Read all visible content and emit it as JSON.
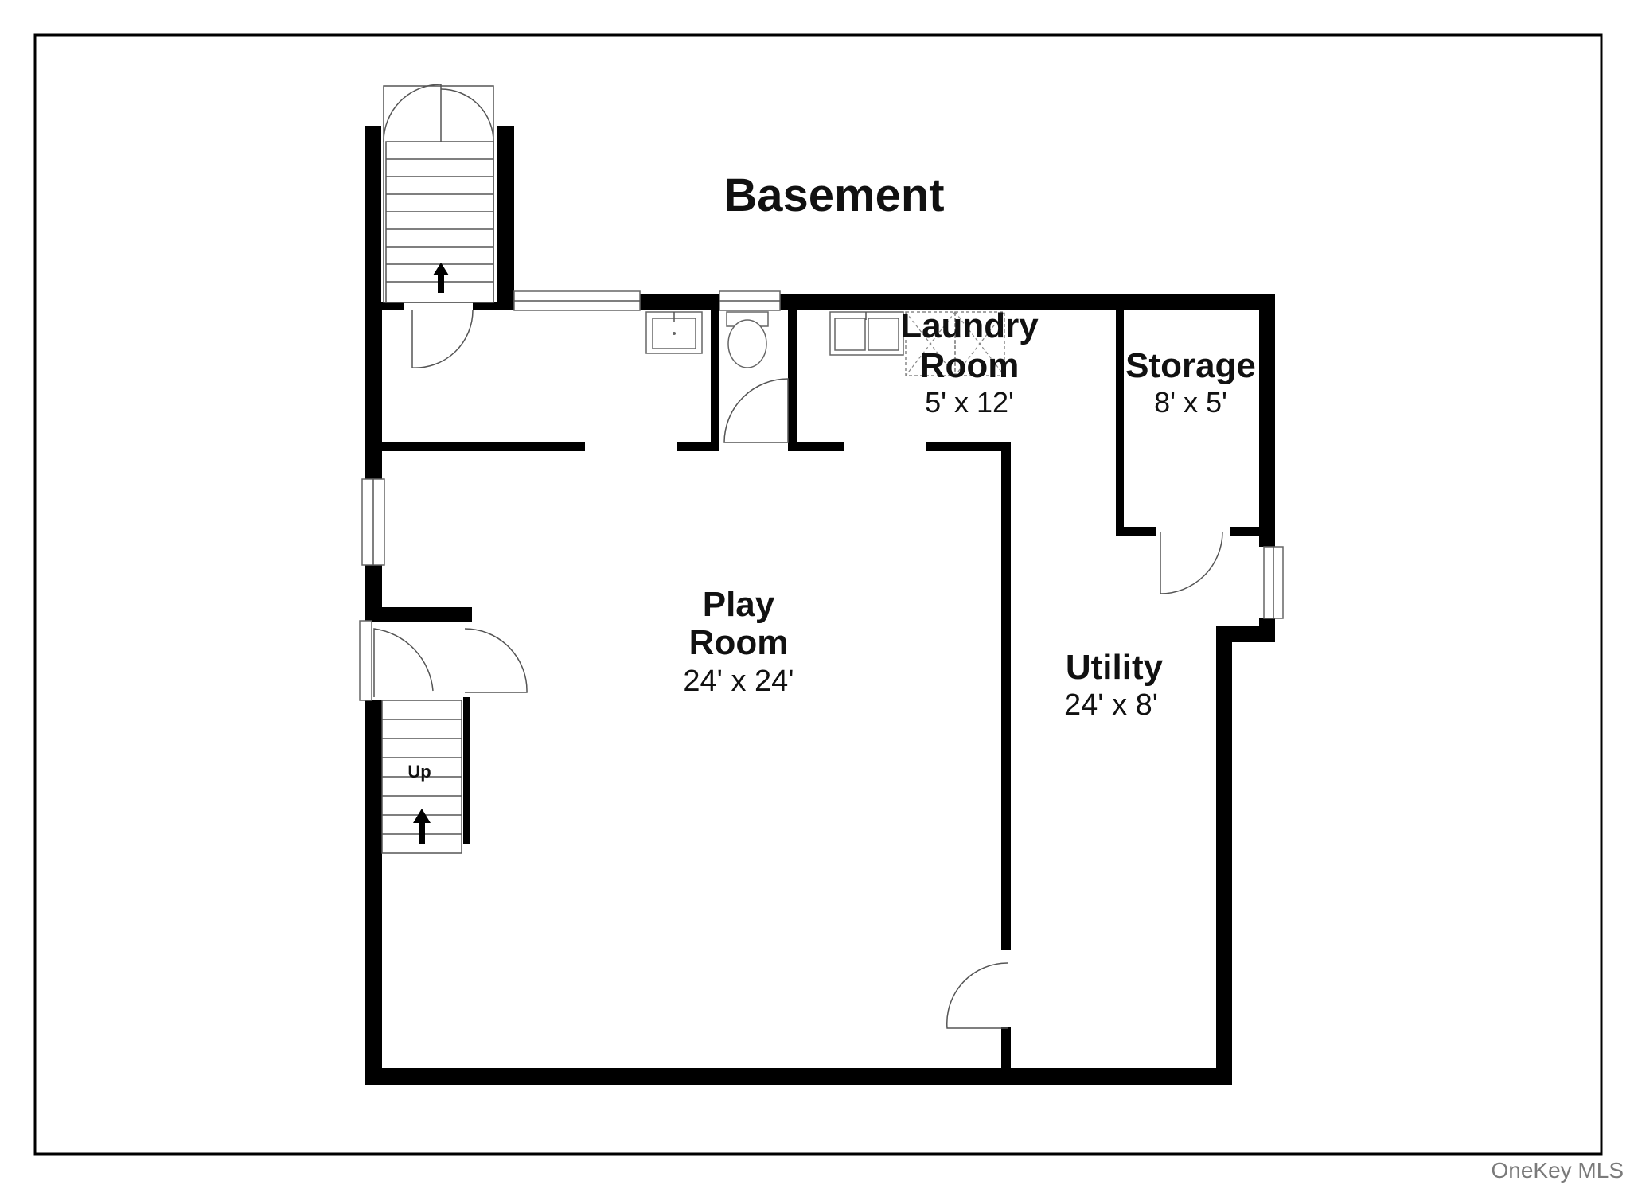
{
  "floor_title": "Basement",
  "rooms": {
    "play_room": {
      "name_line1": "Play",
      "name_line2": "Room",
      "dimensions": "24' x 24'"
    },
    "laundry_room": {
      "name_line1": "Laundry",
      "name_line2": "Room",
      "dimensions": "5' x 12'"
    },
    "storage": {
      "name": "Storage",
      "dimensions": "8' x 5'"
    },
    "utility": {
      "name": "Utility",
      "dimensions": "24' x 8'"
    }
  },
  "stairs": {
    "up_label": "Up"
  },
  "watermark": "OneKey MLS"
}
